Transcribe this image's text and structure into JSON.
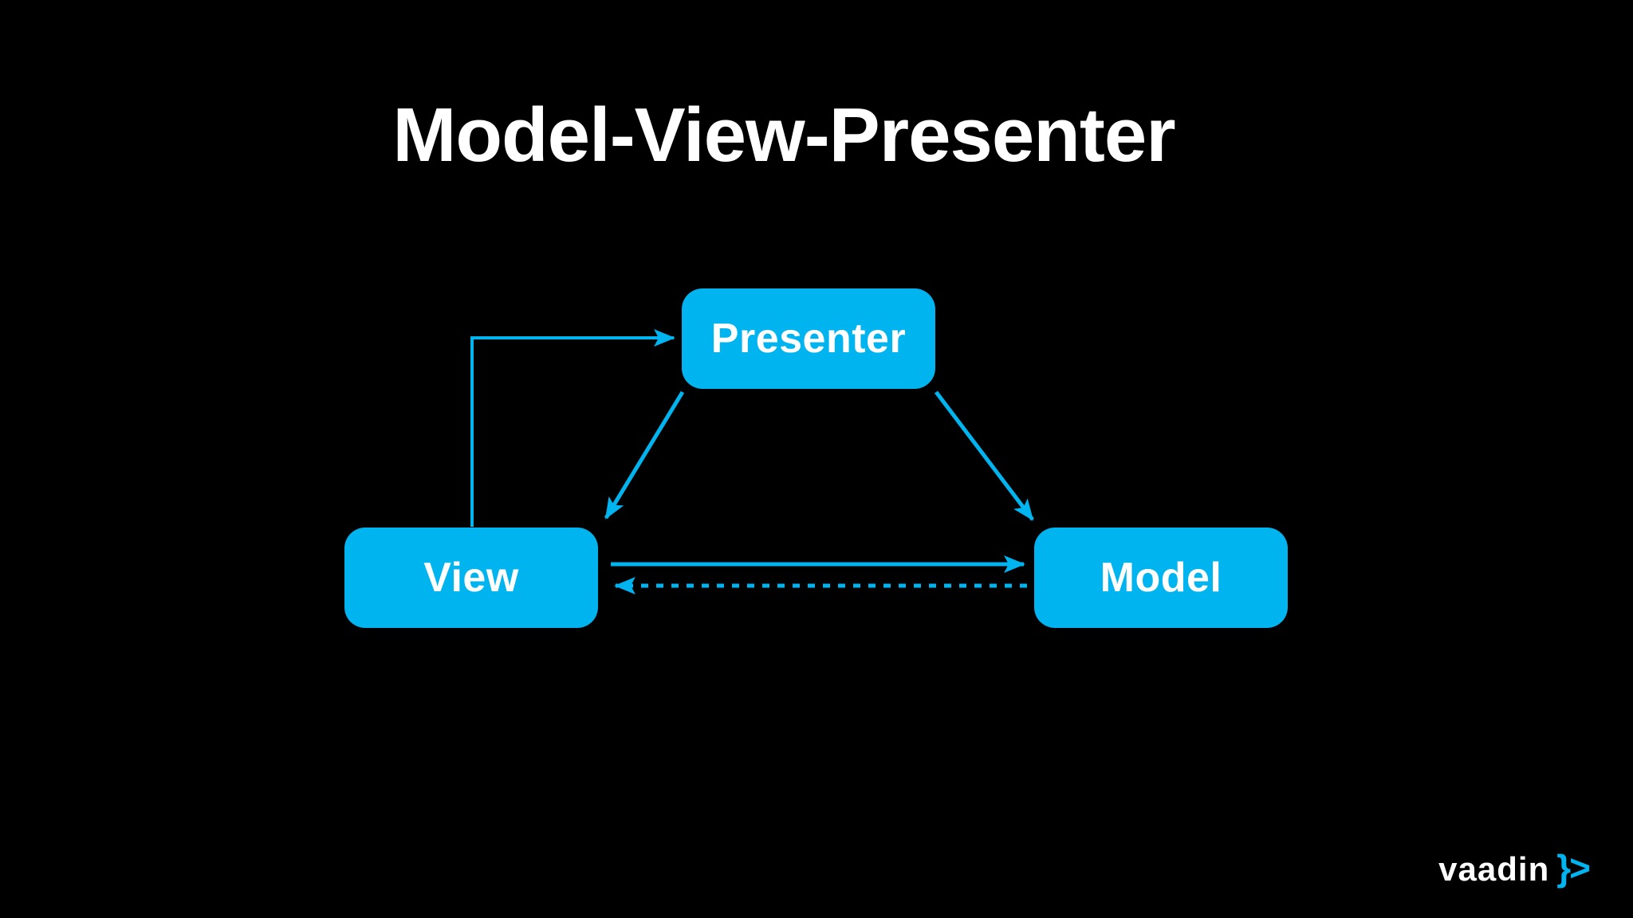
{
  "slide": {
    "title": "Model-View-Presenter",
    "background_color": "#000000",
    "accent_color": "#00b4f0",
    "text_color": "#ffffff"
  },
  "diagram": {
    "nodes": [
      {
        "id": "presenter",
        "label": "Presenter"
      },
      {
        "id": "view",
        "label": "View"
      },
      {
        "id": "model",
        "label": "Model"
      }
    ],
    "edges": [
      {
        "from": "view",
        "to": "presenter",
        "style": "solid",
        "shape": "elbow"
      },
      {
        "from": "presenter",
        "to": "view",
        "style": "solid",
        "shape": "diagonal"
      },
      {
        "from": "presenter",
        "to": "model",
        "style": "solid",
        "shape": "diagonal"
      },
      {
        "from": "view",
        "to": "model",
        "style": "solid",
        "shape": "straight"
      },
      {
        "from": "model",
        "to": "view",
        "style": "dashed",
        "shape": "straight"
      }
    ]
  },
  "footer": {
    "logo_text": "vaadin",
    "logo_symbol": "}>"
  }
}
